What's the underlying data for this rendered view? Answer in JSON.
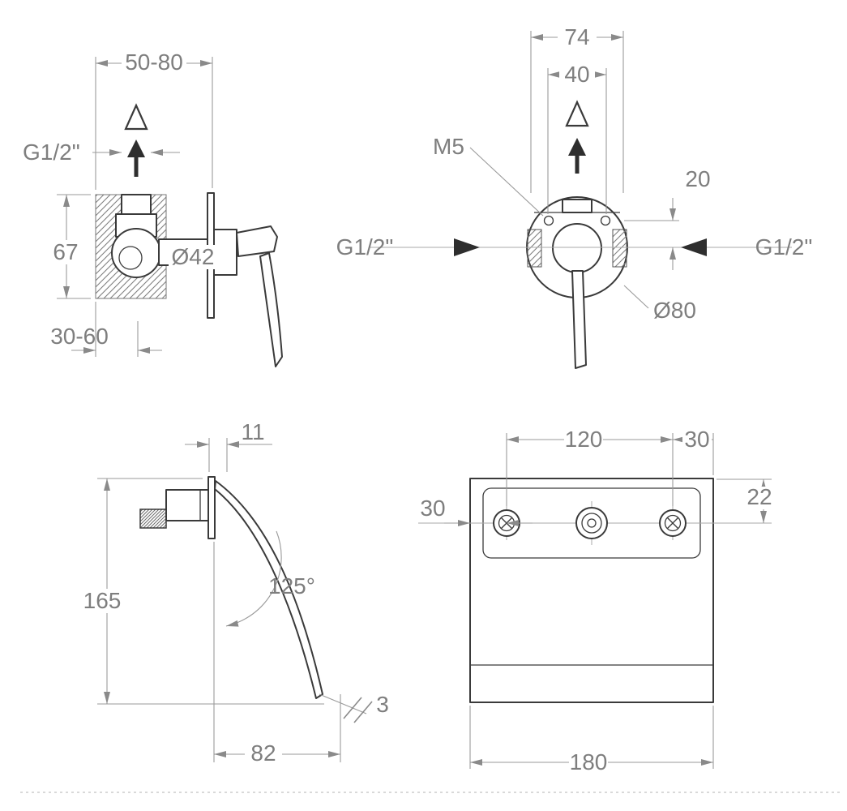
{
  "drawing": {
    "title": "wall-mounted-mixer-technical-drawing",
    "colors": {
      "line": "#3a3a3a",
      "dim_line": "#9a9a9a",
      "dim_text": "#7e7e7e",
      "hatch": "#808080",
      "background": "#ffffff"
    },
    "views": {
      "valve_side": {
        "dims": {
          "wall_range": "50-80",
          "inlet_thread": "G1/2\"",
          "height": "67",
          "body_diameter": "Ø42",
          "depth_range": "30-60"
        }
      },
      "valve_front": {
        "dims": {
          "outer_width": "74",
          "screw_spacing": "40",
          "screw_thread": "M5",
          "screw_offset": "20",
          "thread_left": "G1/2\"",
          "thread_right": "G1/2\"",
          "body_diameter": "Ø80"
        }
      },
      "spout_side": {
        "dims": {
          "projection": "11",
          "height": "165",
          "angle": "125°",
          "tip_thickness": "3",
          "reach": "82"
        }
      },
      "plate_front": {
        "dims": {
          "hole_spacing": "120",
          "right_margin": "30",
          "left_margin": "30",
          "top_offset": "22",
          "width": "180"
        }
      }
    }
  }
}
